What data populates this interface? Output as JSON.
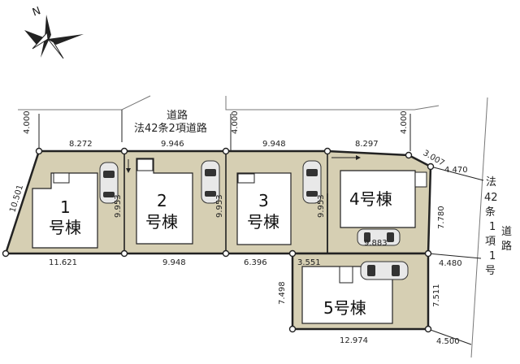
{
  "compass": {
    "north_label": "N"
  },
  "roads": {
    "north": {
      "line1": "道路",
      "line2": "法42条2項道路"
    },
    "east": {
      "chars": [
        "法",
        "42",
        "条",
        "1",
        "項",
        "1",
        "号",
        "道",
        "路"
      ]
    }
  },
  "houses": [
    {
      "num": "1",
      "label": "号棟"
    },
    {
      "num": "2",
      "label": "号棟"
    },
    {
      "num": "3",
      "label": "号棟"
    },
    {
      "label": "4号棟"
    },
    {
      "label": "5号棟"
    }
  ],
  "dimensions": {
    "setback_1": "4.000",
    "setback_2": "4.000",
    "setback_3": "4.000",
    "top_1": "8.272",
    "top_2": "9.946",
    "top_3": "9.948",
    "top_4": "8.297",
    "top_right_corner": "3.007",
    "east_top": "4.470",
    "left_edge": "10.501",
    "depth_1": "9.953",
    "depth_2": "9.953",
    "depth_3": "9.953",
    "lot4_right": "7.780",
    "lot4_width": "9.883",
    "bottom_1": "11.621",
    "bottom_2": "9.948",
    "bottom_3": "6.396",
    "lot5_top_left": "3.551",
    "east_mid": "4.480",
    "lot5_left": "7.498",
    "lot5_right": "7.511",
    "lot5_bottom": "12.974",
    "east_bottom": "4.500"
  }
}
